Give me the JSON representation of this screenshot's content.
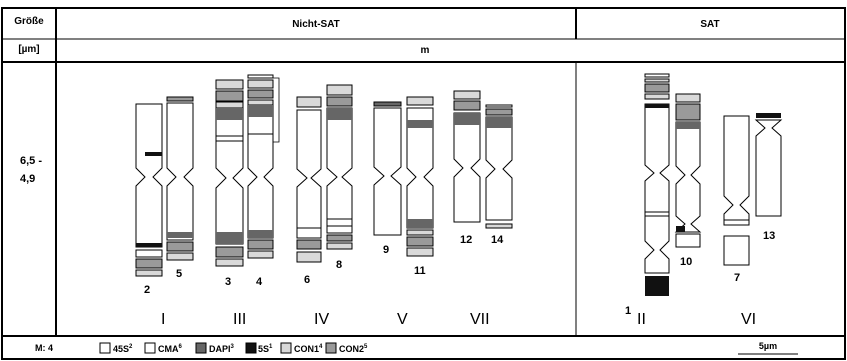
{
  "header": {
    "size_label_line1": "Größe",
    "size_label_line2": "[µm]",
    "nonsat_title": "Nicht-SAT",
    "sat_title": "SAT",
    "subheader": "m"
  },
  "size_range_top": "6,5 -",
  "size_range_bottom": "4,9",
  "chromosome_numbers": [
    "1",
    "2",
    "3",
    "4",
    "5",
    "6",
    "7",
    "8",
    "9",
    "10",
    "11",
    "12",
    "13",
    "14"
  ],
  "groups": [
    "I",
    "III",
    "IV",
    "V",
    "VII",
    "II",
    "VI"
  ],
  "footer": {
    "m_count": "M: 4",
    "legend": [
      {
        "label": "45S",
        "sup": "2",
        "color": "#ffffff"
      },
      {
        "label": "CMA",
        "sup": "6",
        "color": "#ffffff"
      },
      {
        "label": "DAPI",
        "sup": "3",
        "color": "#666666"
      },
      {
        "label": "5S",
        "sup": "1",
        "color": "#111111"
      },
      {
        "label": "CON1",
        "sup": "4",
        "color": "#d9d9d9"
      },
      {
        "label": "CON2",
        "sup": "5",
        "color": "#9a9a9a"
      }
    ],
    "scale_label": "5µm"
  }
}
